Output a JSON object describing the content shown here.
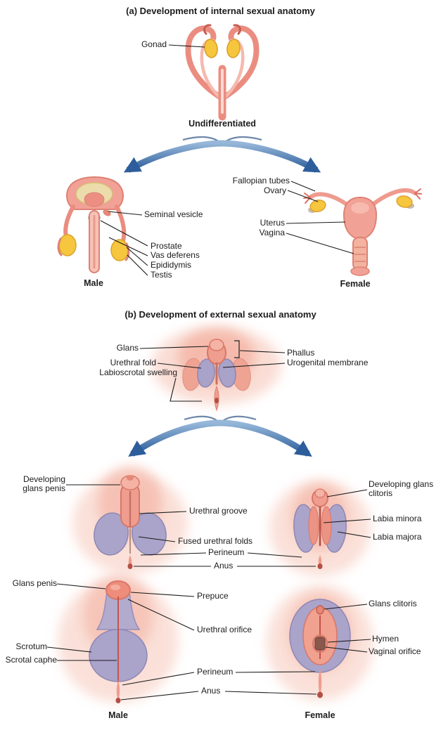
{
  "figure": {
    "background": "#ffffff",
    "colors": {
      "arrow_blue_dark": "#2d5e9b",
      "arrow_blue_light": "#96b7d9",
      "tissue_pink": "#ef9d8e",
      "tissue_pink_deep": "#dd8274",
      "gonad_yellow": "#f5c63e",
      "fold_lavender": "#aaa3ca",
      "anus_red": "#b44f44",
      "leader_line": "#1a1a1a"
    }
  },
  "section_a": {
    "title": "(a) Development of internal sexual anatomy",
    "undifferentiated": {
      "gonad_label": "Gonad",
      "caption": "Undifferentiated"
    },
    "male": {
      "labels": {
        "seminal_vesicle": "Seminal vesicle",
        "prostate": "Prostate",
        "vas_deferens": "Vas deferens",
        "epididymis": "Epididymis",
        "testis": "Testis"
      },
      "caption": "Male"
    },
    "female": {
      "labels": {
        "fallopian_tubes": "Fallopian tubes",
        "ovary": "Ovary",
        "uterus": "Uterus",
        "vagina": "Vagina"
      },
      "caption": "Female"
    }
  },
  "section_b": {
    "title": "(b) Development of external sexual anatomy",
    "undifferentiated": {
      "labels": {
        "glans": "Glans",
        "urethral_fold": "Urethral fold",
        "labioscrotal_swelling": "Labioscrotal swelling",
        "phallus": "Phallus",
        "urogenital_membrane": "Urogenital membrane"
      }
    },
    "developing": {
      "labels": {
        "developing_glans_penis": "Developing glans penis",
        "urethral_groove": "Urethral groove",
        "fused_urethral_folds": "Fused urethral folds",
        "perineum": "Perineum",
        "anus": "Anus",
        "developing_glans_clitoris": "Developing glans clitoris",
        "labia_minora": "Labia minora",
        "labia_majora": "Labia majora"
      }
    },
    "mature": {
      "labels": {
        "glans_penis": "Glans penis",
        "prepuce": "Prepuce",
        "urethral_orifice": "Urethral orifice",
        "scrotum": "Scrotum",
        "scrotal_raphe": "Scrotal caphe",
        "perineum": "Perineum",
        "anus": "Anus",
        "glans_clitoris": "Glans clitoris",
        "hymen": "Hymen",
        "vaginal_orifice": "Vaginal orifice"
      },
      "male_caption": "Male",
      "female_caption": "Female"
    }
  }
}
